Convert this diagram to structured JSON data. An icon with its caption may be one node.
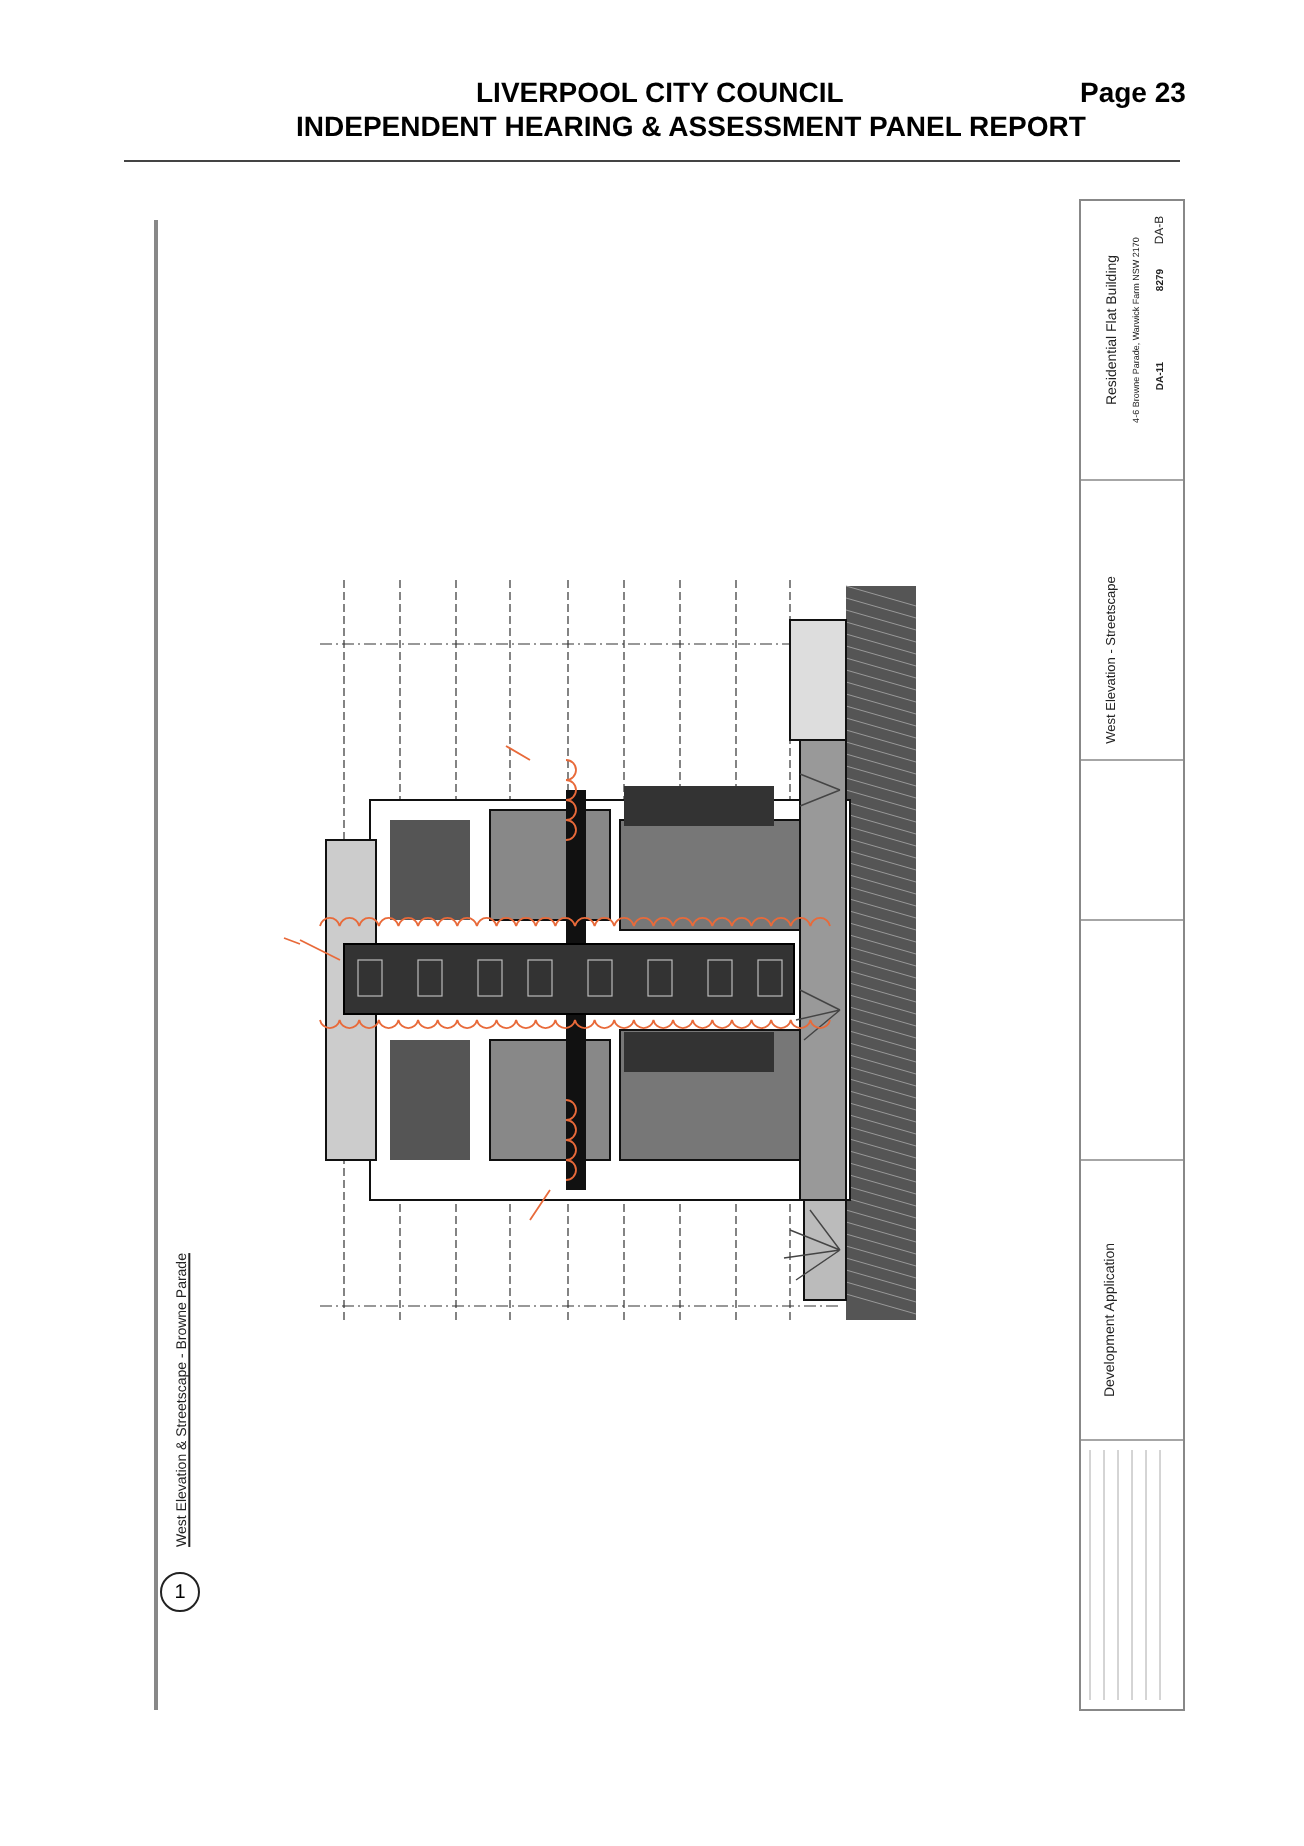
{
  "diagram": {
    "nodes": [
      {
        "text": [
          "1"
        ],
        "beside": [
          "West Elevation & Streetscape - Browne Parade"
        ]
      }
    ],
    "labels": [
      "LIVERPOOL CITY COUNCIL",
      "Page 23",
      "INDEPENDENT HEARING & ASSESSMENT PANEL REPORT",
      "Development Application",
      "West Elevation - Streetscape",
      "Residential Flat Building",
      "4-6 Browne Parade, Warwick Farm NSW 2170",
      "8279",
      "DA-11",
      "DA-B"
    ]
  }
}
